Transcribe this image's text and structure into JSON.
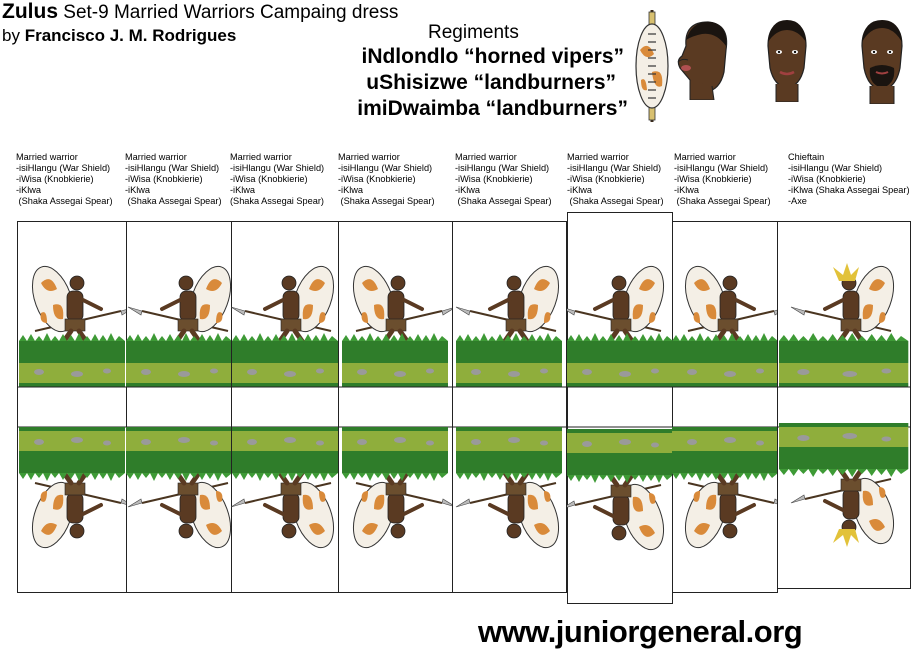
{
  "header": {
    "title_bold": "Zulus",
    "title_rest": " Set-9 Married Warriors Campaing dress",
    "author_prefix": "by ",
    "author_name": "Francisco J. M. Rodrigues",
    "regiments_heading": "Regiments",
    "regiments": [
      "iNdlondlo “horned vipers”",
      "uShisizwe “landburners”",
      "imiDwaimba “landburners”"
    ]
  },
  "figures": [
    {
      "lines": [
        "Married warrior",
        "-isiHlangu (War Shield)",
        "-iWisa (Knobkierie)",
        "-iKlwa",
        " (Shaka Assegai Spear)"
      ]
    },
    {
      "lines": [
        "Married warrior",
        "-isiHlangu (War Shield)",
        "-iWisa (Knobkierie)",
        "-iKlwa",
        " (Shaka Assegai Spear)"
      ]
    },
    {
      "lines": [
        "Married warrior",
        "-isiHlangu (War Shield)",
        "-iWisa (Knobkierie)",
        "-iKlwa",
        "(Shaka Assegai Spear)"
      ]
    },
    {
      "lines": [
        "Married warrior",
        "-isiHlangu (War Shield)",
        "-iWisa (Knobkierie)",
        "-iKlwa",
        " (Shaka Assegai Spear)"
      ]
    },
    {
      "lines": [
        "Married warrior",
        "-isiHlangu (War Shield)",
        "-iWisa (Knobkierie)",
        "-iKlwa",
        " (Shaka Assegai Spear)"
      ]
    },
    {
      "lines": [
        "Married warrior",
        "-isiHlangu (War Shield)",
        "-iWisa (Knobkierie)",
        "-iKlwa",
        " (Shaka Assegai Spear)"
      ]
    },
    {
      "lines": [
        "Married warrior",
        "-isiHlangu (War Shield)",
        "-iWisa (Knobkierie)",
        "-iKlwa",
        " (Shaka Assegai Spear)"
      ]
    },
    {
      "lines": [
        "Chieftain",
        "-isiHlangu (War Shield)",
        "-iWisa (Knobkierie)",
        "-iKlwa (Shaka Assegai Spear)",
        "-Axe"
      ]
    }
  ],
  "footer": {
    "url": "www.juniorgeneral.org"
  },
  "colors": {
    "skin": "#5a3a22",
    "skin_dark": "#3b2515",
    "shield_fill": "#f4efe6",
    "shield_patch": "#d98a3a",
    "grass": "#2f7d2a",
    "ground": "#8fae3c",
    "stone": "#9a9a9a"
  },
  "icons": [
    "zulu-shield-icon",
    "warrior-head-icon"
  ]
}
